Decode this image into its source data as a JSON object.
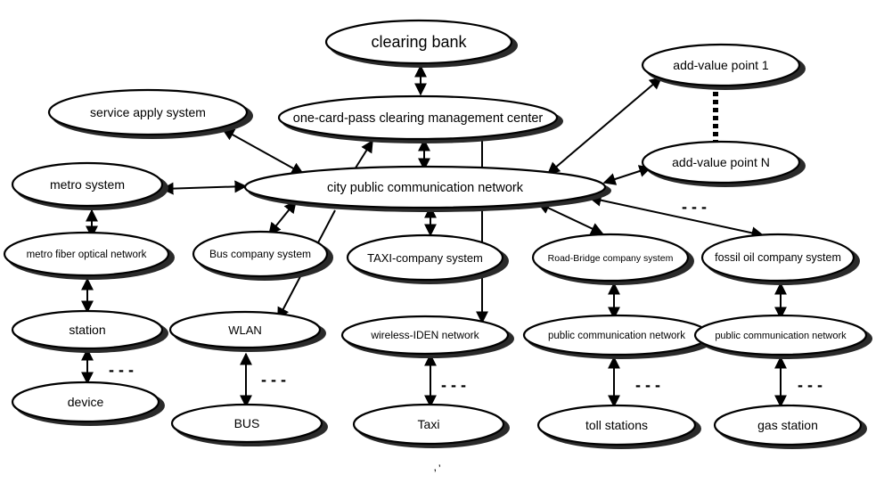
{
  "nodes": {
    "clearing_bank": "clearing bank",
    "clearing_center": "one-card-pass clearing management center",
    "service_apply": "service apply system",
    "city_network": "city public communication network",
    "add_value_1": "add-value point 1",
    "add_value_n": "add-value point N",
    "metro_system": "metro system",
    "metro_fiber": "metro fiber optical network",
    "station": "station",
    "device": "device",
    "bus_company": "Bus company system",
    "wlan": "WLAN",
    "bus": "BUS",
    "taxi_company": "TAXI-company system",
    "iden": "wireless-IDEN network",
    "taxi": "Taxi",
    "road_bridge": "Road-Bridge company system",
    "pcn_road": "public communication network",
    "toll": "toll stations",
    "fossil_oil": "fossil oil company system",
    "pcn_oil": "public communication network",
    "gas": "gas station"
  },
  "ellipsis": "- - -",
  "stray_mark": ", ’"
}
